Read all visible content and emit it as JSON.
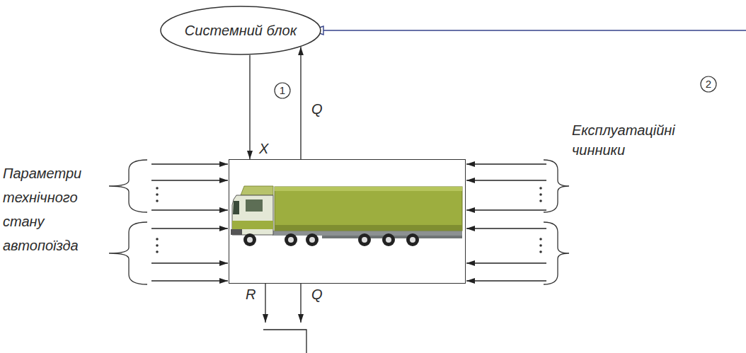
{
  "diagram": {
    "nodes": [
      {
        "text": [
          "Системний блок"
        ]
      },
      {
        "text": []
      }
    ],
    "edges": [
      {
        "from": 0,
        "to": 1,
        "arrow": "to",
        "label": "X"
      },
      {
        "from": 1,
        "to": 0,
        "arrow": "to",
        "label": "Q"
      }
    ],
    "labels": [
      "2",
      "1",
      "Параметри технічного стану автопоїзда",
      "Експлуатаційні чинники",
      "R",
      "Q"
    ]
  }
}
